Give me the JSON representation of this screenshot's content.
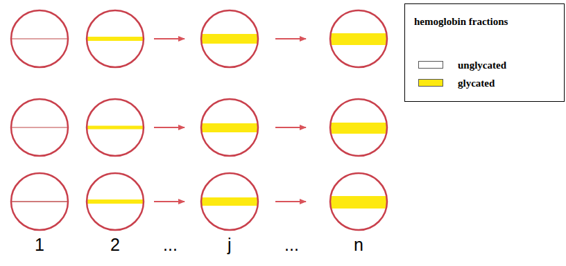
{
  "diagram": {
    "labels": [
      "hemoglobin fractions",
      "1",
      "2",
      "...",
      "j",
      "...",
      "n"
    ],
    "legend": [
      {
        "text": "unglycated",
        "color": "#ffffff"
      },
      {
        "text": "glycated",
        "color": "#fde910"
      }
    ]
  }
}
